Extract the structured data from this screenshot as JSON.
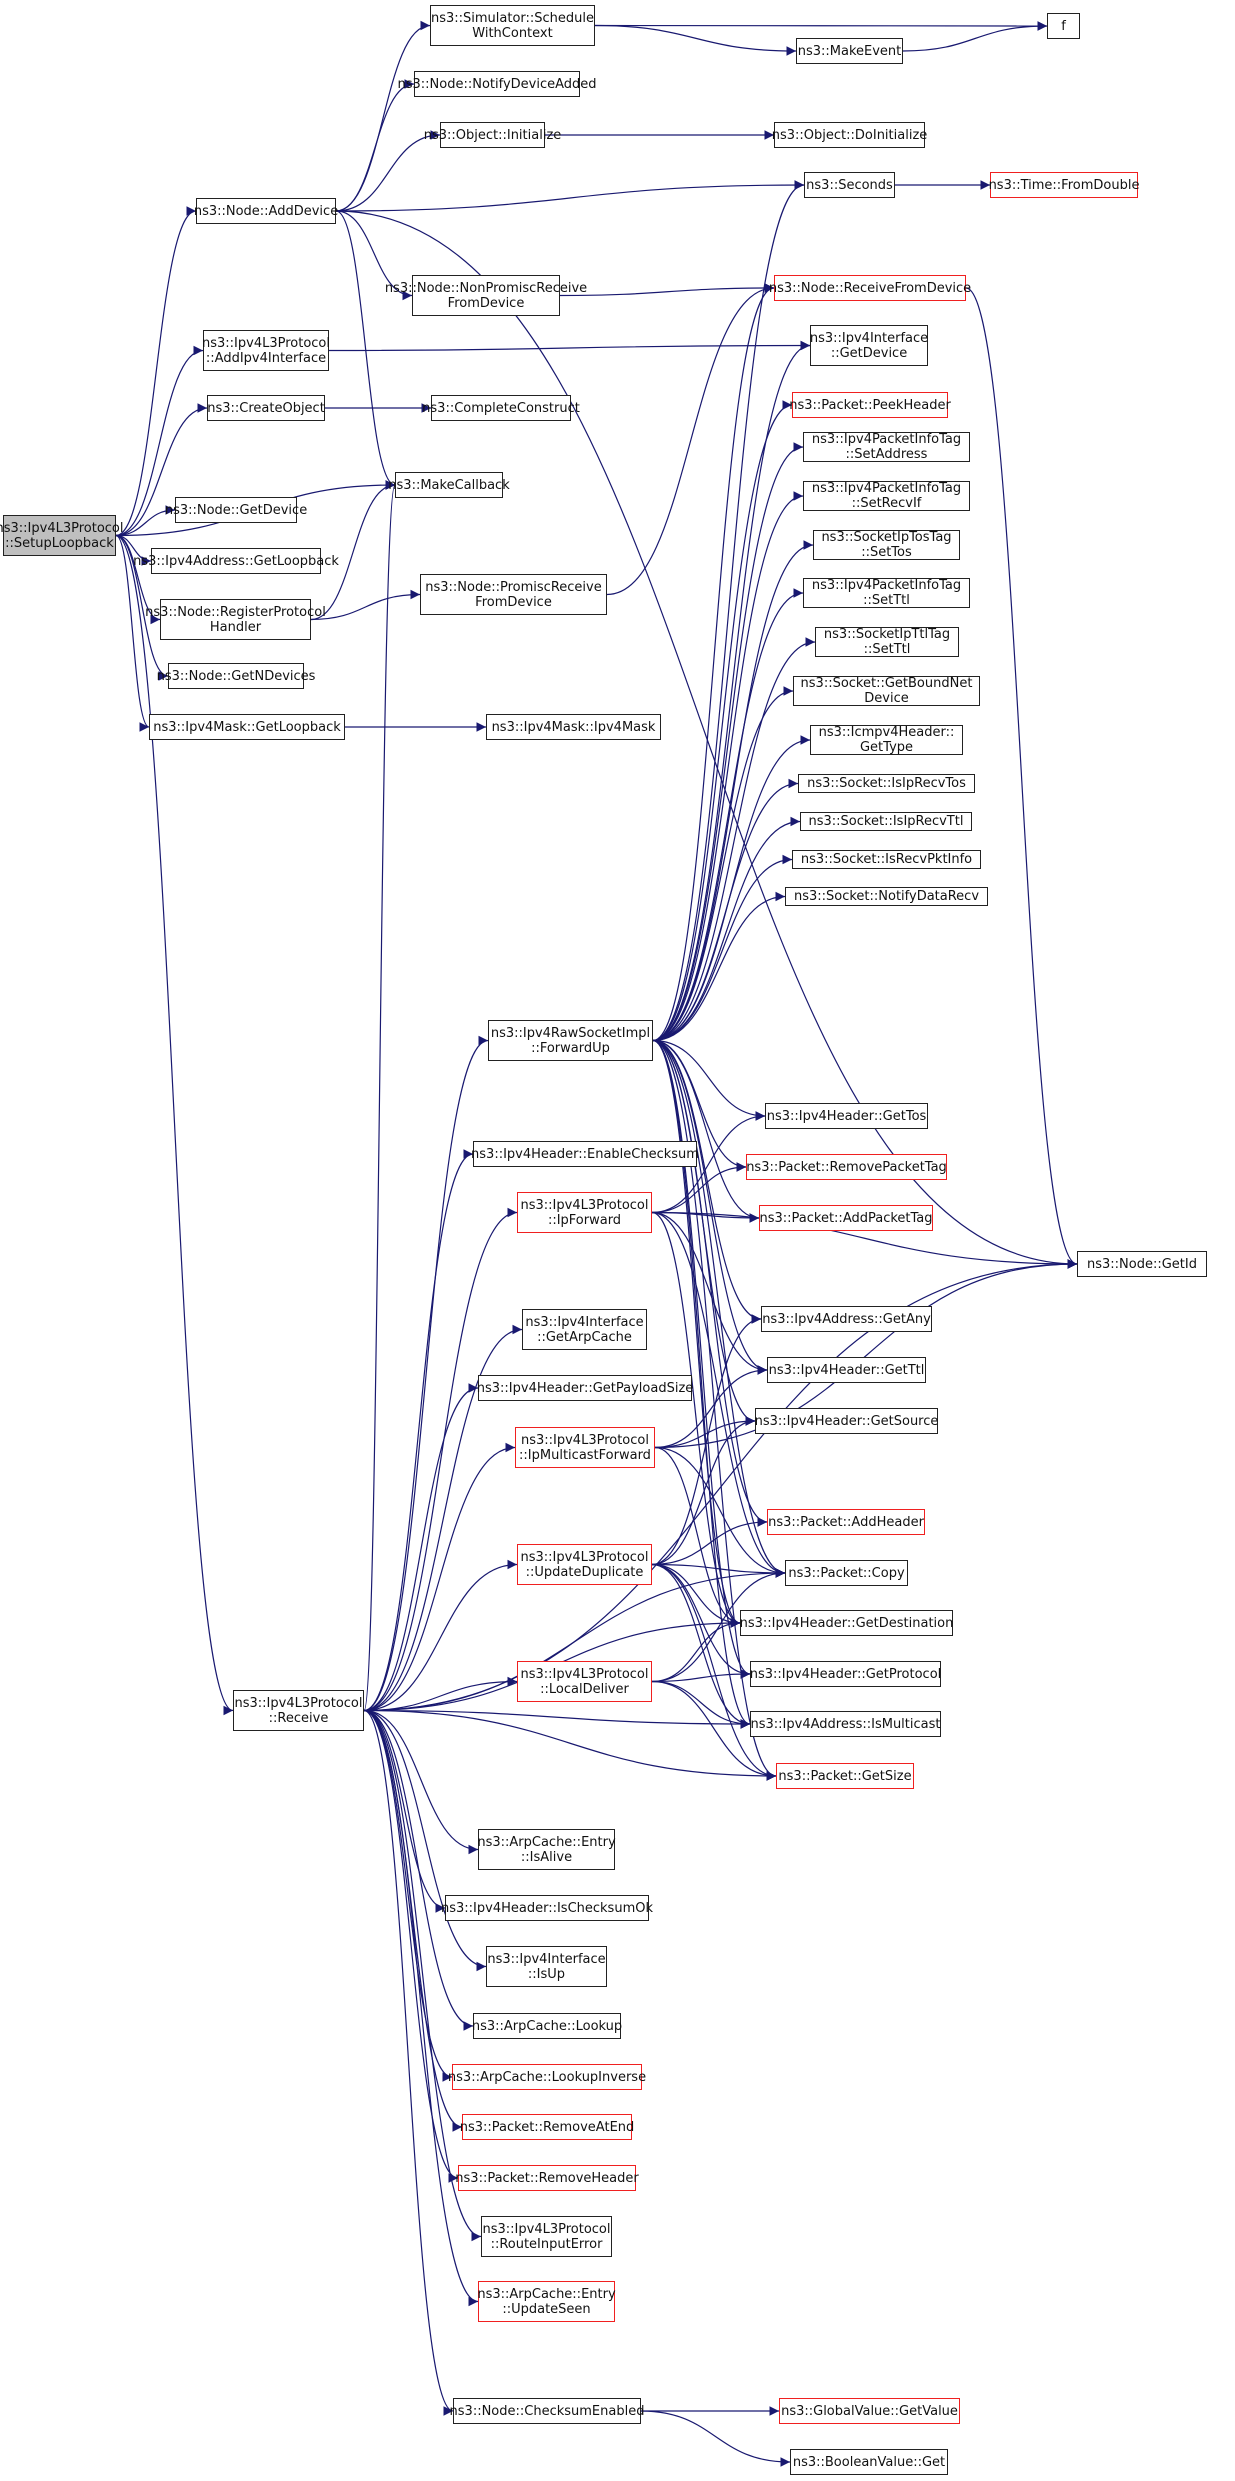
{
  "diagram": {
    "type": "call-graph",
    "root": "setup_loopback",
    "edge_color": "#191970",
    "colors": {
      "edge": "#191970",
      "node_border": "#222222",
      "truncated_border": "#f02020",
      "root_fill": "#bfbfbf"
    },
    "nodes": [
      {
        "id": "setup_loopback",
        "label": "ns3::Ipv4L3Protocol\n::SetupLoopback",
        "style": "root"
      },
      {
        "id": "add_device",
        "label": "ns3::Node::AddDevice",
        "style": "normal"
      },
      {
        "id": "add_ipv4_interface",
        "label": "ns3::Ipv4L3Protocol\n::AddIpv4Interface",
        "style": "normal"
      },
      {
        "id": "create_object",
        "label": "ns3::CreateObject",
        "style": "normal"
      },
      {
        "id": "node_get_device",
        "label": "ns3::Node::GetDevice",
        "style": "normal"
      },
      {
        "id": "ipv4addr_get_loopback",
        "label": "ns3::Ipv4Address::GetLoopback",
        "style": "normal"
      },
      {
        "id": "register_protocol_handler",
        "label": "ns3::Node::RegisterProtocol\nHandler",
        "style": "normal"
      },
      {
        "id": "get_n_devices",
        "label": "ns3::Node::GetNDevices",
        "style": "normal"
      },
      {
        "id": "ipv4mask_get_loopback",
        "label": "ns3::Ipv4Mask::GetLoopback",
        "style": "normal"
      },
      {
        "id": "receive",
        "label": "ns3::Ipv4L3Protocol\n::Receive",
        "style": "normal"
      },
      {
        "id": "schedule_with_context",
        "label": "ns3::Simulator::Schedule\nWithContext",
        "style": "normal"
      },
      {
        "id": "notify_device_added",
        "label": "ns3::Node::NotifyDeviceAdded",
        "style": "normal"
      },
      {
        "id": "object_initialize",
        "label": "ns3::Object::Initialize",
        "style": "normal"
      },
      {
        "id": "non_promisc_receive",
        "label": "ns3::Node::NonPromiscReceive\nFromDevice",
        "style": "normal"
      },
      {
        "id": "complete_construct",
        "label": "ns3::CompleteConstruct",
        "style": "normal"
      },
      {
        "id": "make_callback",
        "label": "ns3::MakeCallback",
        "style": "normal"
      },
      {
        "id": "promisc_receive",
        "label": "ns3::Node::PromiscReceive\nFromDevice",
        "style": "normal"
      },
      {
        "id": "ipv4mask_ctor",
        "label": "ns3::Ipv4Mask::Ipv4Mask",
        "style": "normal"
      },
      {
        "id": "forward_up",
        "label": "ns3::Ipv4RawSocketImpl\n::ForwardUp",
        "style": "normal"
      },
      {
        "id": "enable_checksum",
        "label": "ns3::Ipv4Header::EnableChecksum",
        "style": "normal"
      },
      {
        "id": "ip_forward",
        "label": "ns3::Ipv4L3Protocol\n::IpForward",
        "style": "truncated"
      },
      {
        "id": "get_arp_cache",
        "label": "ns3::Ipv4Interface\n::GetArpCache",
        "style": "normal"
      },
      {
        "id": "get_payload_size",
        "label": "ns3::Ipv4Header::GetPayloadSize",
        "style": "normal"
      },
      {
        "id": "ip_multicast_forward",
        "label": "ns3::Ipv4L3Protocol\n::IpMulticastForward",
        "style": "truncated"
      },
      {
        "id": "update_duplicate",
        "label": "ns3::Ipv4L3Protocol\n::UpdateDuplicate",
        "style": "truncated"
      },
      {
        "id": "local_deliver",
        "label": "ns3::Ipv4L3Protocol\n::LocalDeliver",
        "style": "truncated"
      },
      {
        "id": "arp_entry_is_alive",
        "label": "ns3::ArpCache::Entry\n::IsAlive",
        "style": "normal"
      },
      {
        "id": "is_checksum_ok",
        "label": "ns3::Ipv4Header::IsChecksumOk",
        "style": "normal"
      },
      {
        "id": "ipv4if_is_up",
        "label": "ns3::Ipv4Interface\n::IsUp",
        "style": "normal"
      },
      {
        "id": "arp_lookup",
        "label": "ns3::ArpCache::Lookup",
        "style": "normal"
      },
      {
        "id": "arp_lookup_inverse",
        "label": "ns3::ArpCache::LookupInverse",
        "style": "truncated"
      },
      {
        "id": "remove_at_end",
        "label": "ns3::Packet::RemoveAtEnd",
        "style": "truncated"
      },
      {
        "id": "remove_header",
        "label": "ns3::Packet::RemoveHeader",
        "style": "truncated"
      },
      {
        "id": "route_input_error",
        "label": "ns3::Ipv4L3Protocol\n::RouteInputError",
        "style": "normal"
      },
      {
        "id": "arp_update_seen",
        "label": "ns3::ArpCache::Entry\n::UpdateSeen",
        "style": "truncated"
      },
      {
        "id": "checksum_enabled",
        "label": "ns3::Node::ChecksumEnabled",
        "style": "normal"
      },
      {
        "id": "make_event",
        "label": "ns3::MakeEvent",
        "style": "normal"
      },
      {
        "id": "f",
        "label": "f",
        "style": "normal"
      },
      {
        "id": "do_initialize",
        "label": "ns3::Object::DoInitialize",
        "style": "normal"
      },
      {
        "id": "seconds",
        "label": "ns3::Seconds",
        "style": "normal"
      },
      {
        "id": "time_from_double",
        "label": "ns3::Time::FromDouble",
        "style": "truncated"
      },
      {
        "id": "receive_from_device",
        "label": "ns3::Node::ReceiveFromDevice",
        "style": "truncated"
      },
      {
        "id": "ipv4if_get_device",
        "label": "ns3::Ipv4Interface\n::GetDevice",
        "style": "normal"
      },
      {
        "id": "peek_header",
        "label": "ns3::Packet::PeekHeader",
        "style": "truncated"
      },
      {
        "id": "tag_set_address",
        "label": "ns3::Ipv4PacketInfoTag\n::SetAddress",
        "style": "normal"
      },
      {
        "id": "tag_set_recv_if",
        "label": "ns3::Ipv4PacketInfoTag\n::SetRecvIf",
        "style": "normal"
      },
      {
        "id": "tos_tag_set_tos",
        "label": "ns3::SocketIpTosTag\n::SetTos",
        "style": "normal"
      },
      {
        "id": "tag_set_ttl",
        "label": "ns3::Ipv4PacketInfoTag\n::SetTtl",
        "style": "normal"
      },
      {
        "id": "ttl_tag_set_ttl",
        "label": "ns3::SocketIpTtlTag\n::SetTtl",
        "style": "normal"
      },
      {
        "id": "get_bound_net_device",
        "label": "ns3::Socket::GetBoundNet\nDevice",
        "style": "normal"
      },
      {
        "id": "icmp_get_type",
        "label": "ns3::Icmpv4Header::\nGetType",
        "style": "normal"
      },
      {
        "id": "is_ip_recv_tos",
        "label": "ns3::Socket::IsIpRecvTos",
        "style": "normal"
      },
      {
        "id": "is_ip_recv_ttl",
        "label": "ns3::Socket::IsIpRecvTtl",
        "style": "normal"
      },
      {
        "id": "is_recv_pkt_info",
        "label": "ns3::Socket::IsRecvPktInfo",
        "style": "normal"
      },
      {
        "id": "notify_data_recv",
        "label": "ns3::Socket::NotifyDataRecv",
        "style": "normal"
      },
      {
        "id": "get_tos",
        "label": "ns3::Ipv4Header::GetTos",
        "style": "normal"
      },
      {
        "id": "remove_packet_tag",
        "label": "ns3::Packet::RemovePacketTag",
        "style": "truncated"
      },
      {
        "id": "add_packet_tag",
        "label": "ns3::Packet::AddPacketTag",
        "style": "truncated"
      },
      {
        "id": "get_any",
        "label": "ns3::Ipv4Address::GetAny",
        "style": "normal"
      },
      {
        "id": "get_ttl",
        "label": "ns3::Ipv4Header::GetTtl",
        "style": "normal"
      },
      {
        "id": "get_source",
        "label": "ns3::Ipv4Header::GetSource",
        "style": "normal"
      },
      {
        "id": "add_header",
        "label": "ns3::Packet::AddHeader",
        "style": "truncated"
      },
      {
        "id": "packet_copy",
        "label": "ns3::Packet::Copy",
        "style": "normal"
      },
      {
        "id": "get_destination",
        "label": "ns3::Ipv4Header::GetDestination",
        "style": "normal"
      },
      {
        "id": "get_protocol",
        "label": "ns3::Ipv4Header::GetProtocol",
        "style": "normal"
      },
      {
        "id": "is_multicast",
        "label": "ns3::Ipv4Address::IsMulticast",
        "style": "normal"
      },
      {
        "id": "packet_get_size",
        "label": "ns3::Packet::GetSize",
        "style": "truncated"
      },
      {
        "id": "node_get_id",
        "label": "ns3::Node::GetId",
        "style": "normal"
      },
      {
        "id": "global_get_value",
        "label": "ns3::GlobalValue::GetValue",
        "style": "truncated"
      },
      {
        "id": "boolean_get",
        "label": "ns3::BooleanValue::Get",
        "style": "normal"
      }
    ],
    "edges": [
      [
        "setup_loopback",
        "add_device"
      ],
      [
        "setup_loopback",
        "add_ipv4_interface"
      ],
      [
        "setup_loopback",
        "create_object"
      ],
      [
        "setup_loopback",
        "make_callback"
      ],
      [
        "setup_loopback",
        "node_get_device"
      ],
      [
        "setup_loopback",
        "ipv4addr_get_loopback"
      ],
      [
        "setup_loopback",
        "register_protocol_handler"
      ],
      [
        "setup_loopback",
        "get_n_devices"
      ],
      [
        "setup_loopback",
        "ipv4mask_get_loopback"
      ],
      [
        "setup_loopback",
        "receive"
      ],
      [
        "add_device",
        "schedule_with_context"
      ],
      [
        "add_device",
        "notify_device_added"
      ],
      [
        "add_device",
        "object_initialize"
      ],
      [
        "add_device",
        "seconds"
      ],
      [
        "add_device",
        "node_get_id"
      ],
      [
        "add_device",
        "non_promisc_receive"
      ],
      [
        "add_device",
        "make_callback"
      ],
      [
        "schedule_with_context",
        "f"
      ],
      [
        "schedule_with_context",
        "make_event"
      ],
      [
        "make_event",
        "f"
      ],
      [
        "object_initialize",
        "do_initialize"
      ],
      [
        "seconds",
        "time_from_double"
      ],
      [
        "non_promisc_receive",
        "receive_from_device"
      ],
      [
        "receive_from_device",
        "node_get_id"
      ],
      [
        "add_ipv4_interface",
        "ipv4if_get_device"
      ],
      [
        "create_object",
        "complete_construct"
      ],
      [
        "register_protocol_handler",
        "make_callback"
      ],
      [
        "register_protocol_handler",
        "promisc_receive"
      ],
      [
        "promisc_receive",
        "receive_from_device"
      ],
      [
        "ipv4mask_get_loopback",
        "ipv4mask_ctor"
      ],
      [
        "receive",
        "forward_up"
      ],
      [
        "receive",
        "enable_checksum"
      ],
      [
        "receive",
        "ip_forward"
      ],
      [
        "receive",
        "get_arp_cache"
      ],
      [
        "receive",
        "get_payload_size"
      ],
      [
        "receive",
        "ip_multicast_forward"
      ],
      [
        "receive",
        "update_duplicate"
      ],
      [
        "receive",
        "local_deliver"
      ],
      [
        "receive",
        "is_multicast"
      ],
      [
        "receive",
        "packet_get_size"
      ],
      [
        "receive",
        "arp_entry_is_alive"
      ],
      [
        "receive",
        "is_checksum_ok"
      ],
      [
        "receive",
        "ipv4if_is_up"
      ],
      [
        "receive",
        "arp_lookup"
      ],
      [
        "receive",
        "arp_lookup_inverse"
      ],
      [
        "receive",
        "remove_at_end"
      ],
      [
        "receive",
        "remove_header"
      ],
      [
        "receive",
        "route_input_error"
      ],
      [
        "receive",
        "arp_update_seen"
      ],
      [
        "receive",
        "checksum_enabled"
      ],
      [
        "receive",
        "node_get_id"
      ],
      [
        "receive",
        "make_callback"
      ],
      [
        "receive",
        "packet_copy"
      ],
      [
        "receive",
        "get_destination"
      ],
      [
        "forward_up",
        "seconds"
      ],
      [
        "forward_up",
        "receive_from_device"
      ],
      [
        "forward_up",
        "ipv4if_get_device"
      ],
      [
        "forward_up",
        "peek_header"
      ],
      [
        "forward_up",
        "tag_set_address"
      ],
      [
        "forward_up",
        "tag_set_recv_if"
      ],
      [
        "forward_up",
        "tos_tag_set_tos"
      ],
      [
        "forward_up",
        "tag_set_ttl"
      ],
      [
        "forward_up",
        "ttl_tag_set_ttl"
      ],
      [
        "forward_up",
        "get_bound_net_device"
      ],
      [
        "forward_up",
        "icmp_get_type"
      ],
      [
        "forward_up",
        "is_ip_recv_tos"
      ],
      [
        "forward_up",
        "is_ip_recv_ttl"
      ],
      [
        "forward_up",
        "is_recv_pkt_info"
      ],
      [
        "forward_up",
        "notify_data_recv"
      ],
      [
        "forward_up",
        "get_tos"
      ],
      [
        "forward_up",
        "remove_packet_tag"
      ],
      [
        "forward_up",
        "add_packet_tag"
      ],
      [
        "forward_up",
        "get_any"
      ],
      [
        "forward_up",
        "get_ttl"
      ],
      [
        "forward_up",
        "get_source"
      ],
      [
        "forward_up",
        "add_header"
      ],
      [
        "forward_up",
        "packet_copy"
      ],
      [
        "forward_up",
        "get_destination"
      ],
      [
        "forward_up",
        "get_protocol"
      ],
      [
        "forward_up",
        "is_multicast"
      ],
      [
        "forward_up",
        "packet_get_size"
      ],
      [
        "ip_forward",
        "get_tos"
      ],
      [
        "ip_forward",
        "remove_packet_tag"
      ],
      [
        "ip_forward",
        "add_packet_tag"
      ],
      [
        "ip_forward",
        "node_get_id"
      ],
      [
        "ip_forward",
        "get_ttl"
      ],
      [
        "ip_forward",
        "packet_copy"
      ],
      [
        "ip_forward",
        "get_destination"
      ],
      [
        "ip_multicast_forward",
        "get_ttl"
      ],
      [
        "ip_multicast_forward",
        "get_source"
      ],
      [
        "ip_multicast_forward",
        "node_get_id"
      ],
      [
        "ip_multicast_forward",
        "packet_copy"
      ],
      [
        "ip_multicast_forward",
        "get_destination"
      ],
      [
        "update_duplicate",
        "get_any"
      ],
      [
        "update_duplicate",
        "get_source"
      ],
      [
        "update_duplicate",
        "add_header"
      ],
      [
        "update_duplicate",
        "packet_copy"
      ],
      [
        "update_duplicate",
        "get_destination"
      ],
      [
        "update_duplicate",
        "get_protocol"
      ],
      [
        "update_duplicate",
        "is_multicast"
      ],
      [
        "update_duplicate",
        "packet_get_size"
      ],
      [
        "local_deliver",
        "packet_copy"
      ],
      [
        "local_deliver",
        "get_destination"
      ],
      [
        "local_deliver",
        "get_protocol"
      ],
      [
        "local_deliver",
        "is_multicast"
      ],
      [
        "local_deliver",
        "packet_get_size"
      ],
      [
        "checksum_enabled",
        "global_get_value"
      ],
      [
        "checksum_enabled",
        "boolean_get"
      ]
    ]
  }
}
